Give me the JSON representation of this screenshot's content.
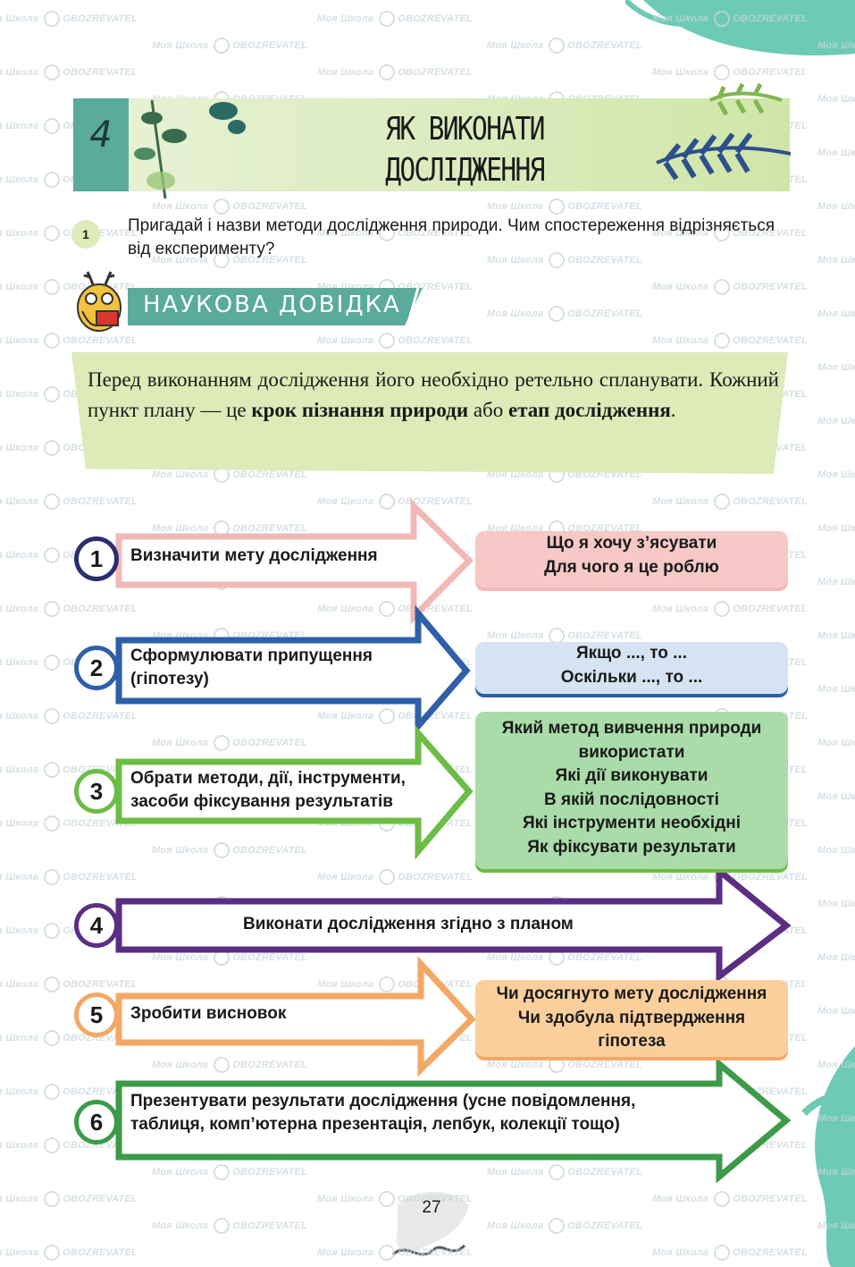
{
  "header": {
    "chapter_number": "4",
    "title_line1": "ЯК ВИКОНАТИ",
    "title_line2": "ДОСЛІДЖЕННЯ"
  },
  "question": {
    "number": "1",
    "text": "Пригадай і назви методи дослідження природи. Чим спостереження відрізняється від експерименту?"
  },
  "badge": {
    "label": "НАУКОВА ДОВІДКА"
  },
  "note": {
    "part1": "Перед виконанням дослідження його необхідно ретельно спланувати. Кожний пункт плану — це ",
    "bold1": "крок пізнання природи",
    "part2": " або ",
    "bold2": "етап дослідження",
    "part3": "."
  },
  "steps": [
    {
      "number": "1",
      "line1": "Визначити мету дослідження",
      "line2": "",
      "color": "#f2b8b6",
      "box": [
        "Що я хочу з’ясувати",
        "Для чого я це роблю"
      ],
      "box_color": "#f6c9c6"
    },
    {
      "number": "2",
      "line1": "Сформулювати припущення",
      "line2": "(гіпотезу)",
      "color": "#2e5fa8",
      "box": [
        "Якщо ..., то ...",
        "Оскільки ..., то ..."
      ],
      "box_color": "#d5e3f3"
    },
    {
      "number": "3",
      "line1": "Обрати методи, дії, інструменти,",
      "line2": "засоби фіксування результатів",
      "color": "#6cbd45",
      "box": [
        "Який метод вивчення природи",
        "використати",
        "Які дії виконувати",
        "В якій послідовності",
        "Які інструменти необхідні",
        "Як фіксувати результати"
      ],
      "box_color": "#a9dca8"
    },
    {
      "number": "4",
      "line1": "Виконати дослідження згідно з планом",
      "line2": "",
      "color": "#5b2e82",
      "box": [],
      "box_color": ""
    },
    {
      "number": "5",
      "line1": "Зробити висновок",
      "line2": "",
      "color": "#f4a865",
      "box": [
        "Чи досягнуто мету дослідження",
        "Чи здобула підтвердження",
        "гіпотеза"
      ],
      "box_color": "#fbcf9c"
    },
    {
      "number": "6",
      "line1": "Презентувати результати дослідження (усне повідомлення,",
      "line2": "таблиця, комп’ютерна презентація, лепбук, колекції тощо)",
      "color": "#3d9a48",
      "box": [],
      "box_color": ""
    }
  ],
  "watermark": {
    "left": "Моя Школа",
    "right": "OBOZREVATEL"
  },
  "page_number": "27"
}
